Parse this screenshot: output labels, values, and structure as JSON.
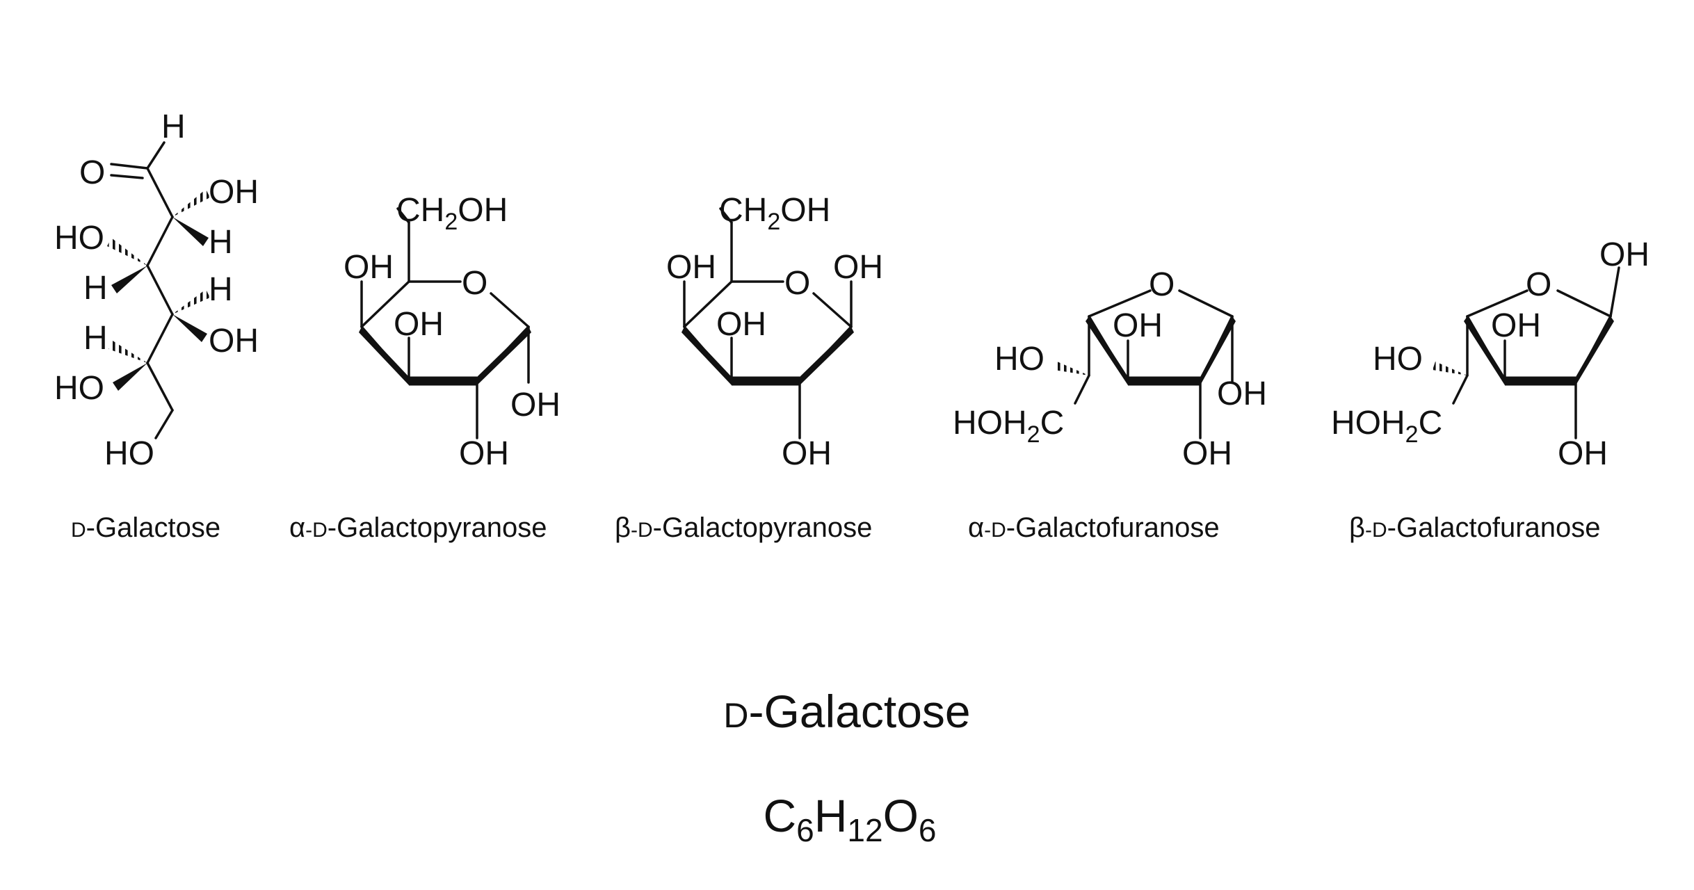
{
  "molecule_name": "D-Galactose",
  "formula": {
    "c": "C",
    "c_n": "6",
    "h": "H",
    "h_n": "12",
    "o": "O",
    "o_n": "6"
  },
  "structures": [
    {
      "id": "open-chain",
      "caption": {
        "prefix": "D",
        "rest": "-Galactose"
      },
      "labels": {
        "h_top": "H",
        "o_carbonyl": "O",
        "oh_c2": "OH",
        "h_c2": "H",
        "ho_c3": "HO",
        "h_c3": "H",
        "h_c4": "H",
        "oh_c4": "OH",
        "h_c5": "H",
        "ho_c5": "HO",
        "ho_c6": "HO"
      }
    },
    {
      "id": "alpha-pyranose",
      "caption": {
        "greek": "α",
        "prefix": "-D",
        "rest": "-Galactopyranose"
      },
      "labels": {
        "ch2": "CH",
        "ch2_sub": "2",
        "ch2_oh": "OH",
        "oh4": "OH",
        "ring_o": "O",
        "oh3": "OH",
        "oh1": "OH",
        "oh2": "OH"
      }
    },
    {
      "id": "beta-pyranose",
      "caption": {
        "greek": "β",
        "prefix": "-D",
        "rest": "-Galactopyranose"
      },
      "labels": {
        "ch2": "CH",
        "ch2_sub": "2",
        "ch2_oh": "OH",
        "oh4": "OH",
        "ring_o": "O",
        "oh1": "OH",
        "oh3": "OH",
        "oh2": "OH"
      }
    },
    {
      "id": "alpha-furanose",
      "caption": {
        "greek": "α",
        "prefix": "-D",
        "rest": "-Galactofuranose"
      },
      "labels": {
        "ring_o": "O",
        "oh3": "OH",
        "ho5": "HO",
        "hoh2": "HOH",
        "hoh2_sub": "2",
        "hoh2_c": "C",
        "oh1": "OH",
        "oh2": "OH"
      }
    },
    {
      "id": "beta-furanose",
      "caption": {
        "greek": "β",
        "prefix": "-D",
        "rest": "-Galactofuranose"
      },
      "labels": {
        "ring_o": "O",
        "oh1": "OH",
        "oh3": "OH",
        "ho5": "HO",
        "hoh2": "HOH",
        "hoh2_sub": "2",
        "hoh2_c": "C",
        "oh2": "OH"
      }
    }
  ]
}
